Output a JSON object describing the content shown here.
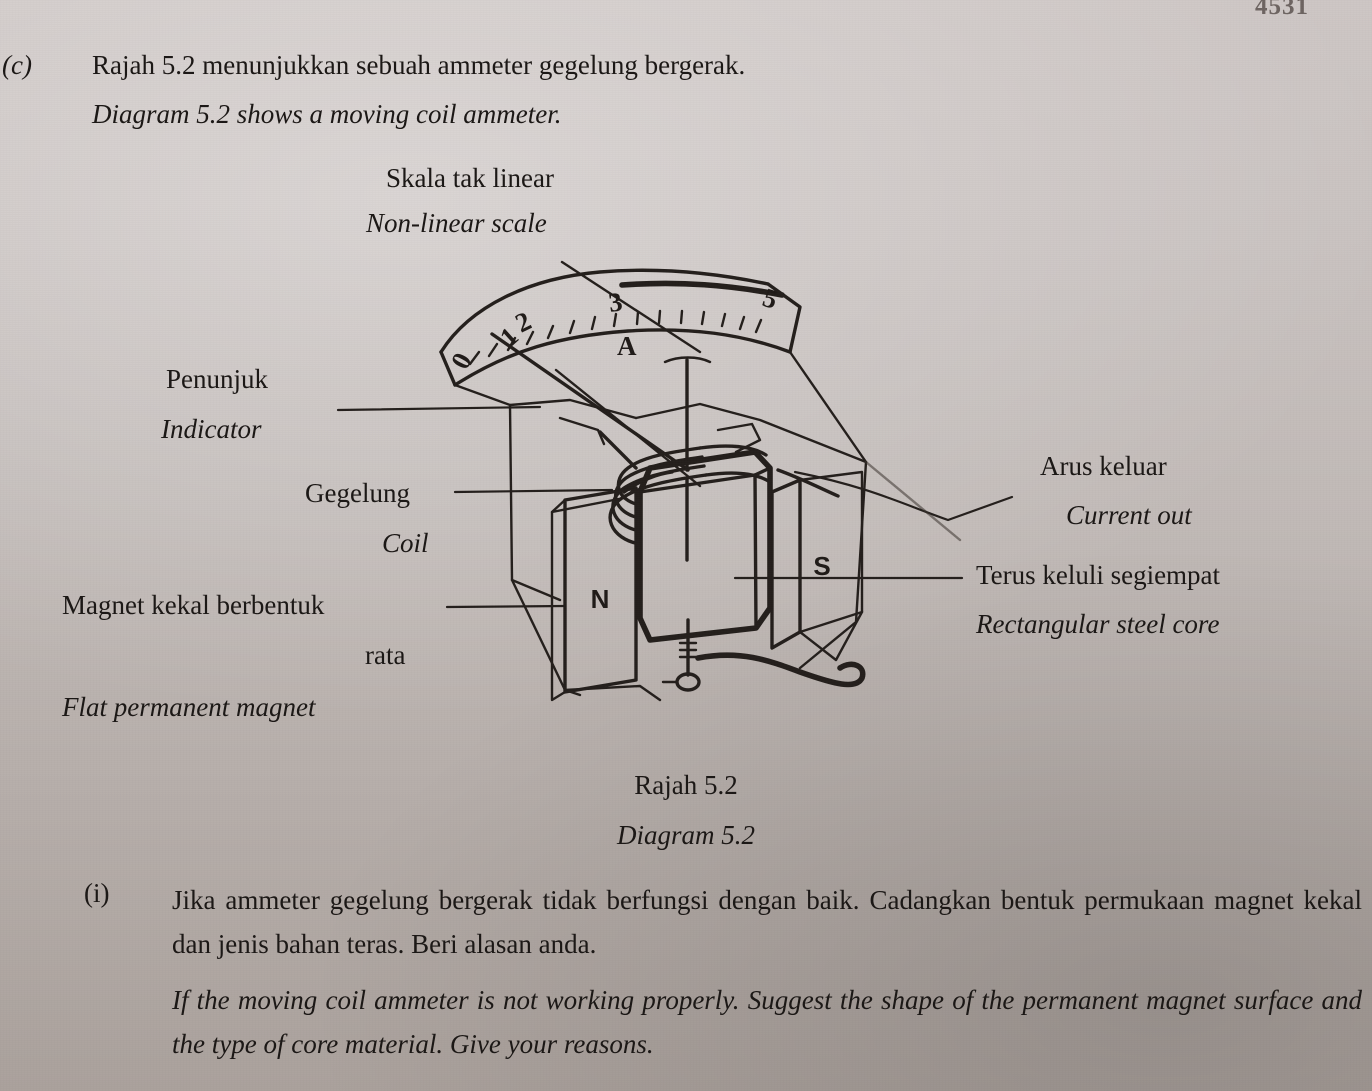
{
  "page": {
    "number": "4531",
    "background_color": "#c3bcba",
    "ink_color": "#241f1c"
  },
  "question": {
    "marker": "(c)",
    "stem_my": "Rajah 5.2 menunjukkan sebuah ammeter gegelung bergerak.",
    "stem_en": "Diagram 5.2 shows a moving coil ammeter."
  },
  "figure": {
    "caption_my": "Rajah 5.2",
    "caption_en": "Diagram 5.2",
    "labels": [
      {
        "id": "scale",
        "my": "Skala tak linear",
        "en": "Non-linear scale"
      },
      {
        "id": "pointer",
        "my": "Penunjuk",
        "en": "Indicator"
      },
      {
        "id": "coil",
        "my": "Gegelung",
        "en": "Coil"
      },
      {
        "id": "magnet",
        "my_line1": "Magnet kekal berbentuk",
        "my_line2": "rata",
        "en": "Flat permanent magnet"
      },
      {
        "id": "current",
        "my": "Arus keluar",
        "en": "Current out"
      },
      {
        "id": "core",
        "my": "Terus keluli segiempat",
        "en": "Rectangular steel core"
      }
    ],
    "scale_marks": [
      "0",
      "1",
      "2",
      "3",
      "5"
    ],
    "scale_unit": "A",
    "pole_north": "N",
    "pole_south": "S"
  },
  "subquestion": {
    "marker": "(i)",
    "text_my": "Jika ammeter gegelung bergerak tidak berfungsi dengan baik. Cadangkan bentuk permukaan magnet kekal dan jenis bahan teras. Beri alasan anda.",
    "text_en": "If the moving coil ammeter is not working properly. Suggest the shape of the permanent magnet surface and the type of core material. Give your reasons."
  }
}
